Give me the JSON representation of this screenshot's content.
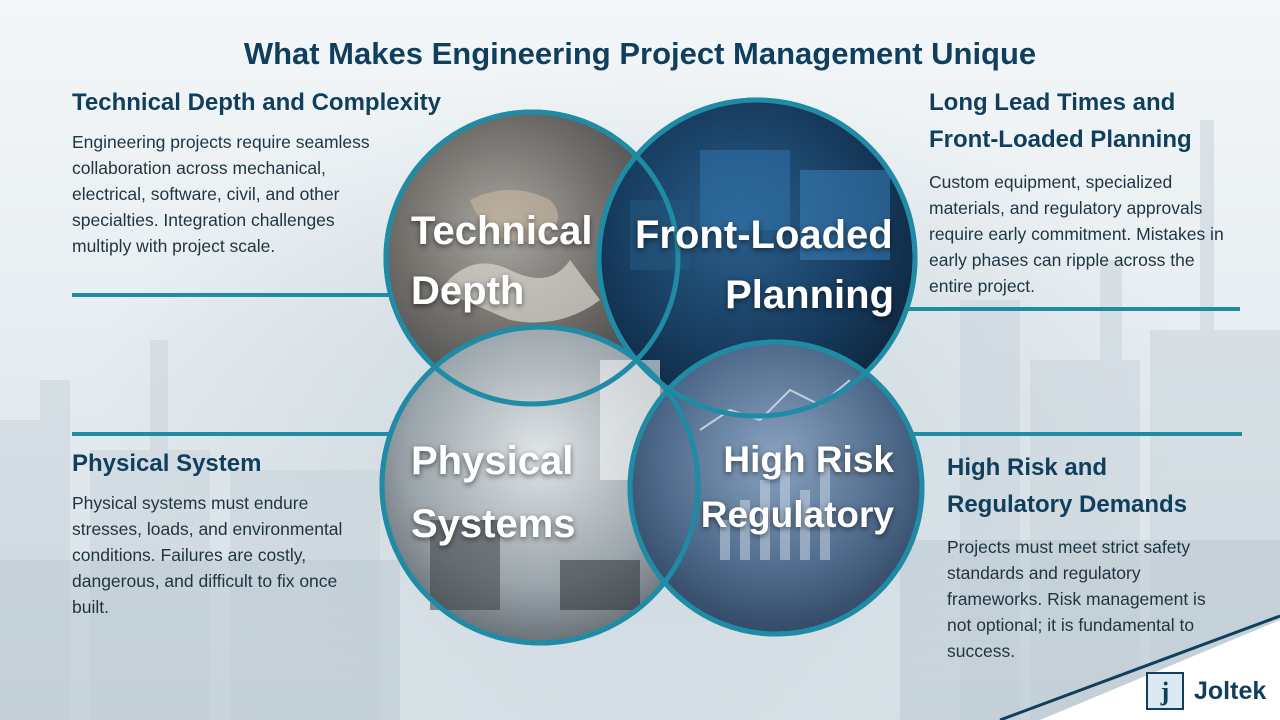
{
  "title": "What Makes Engineering Project Management Unique",
  "sections": {
    "technical": {
      "heading": "Technical Depth and Complexity",
      "body": "Engineering projects require seamless collaboration across mechanical, electrical, software, civil, and other specialties. Integration challenges multiply with project scale."
    },
    "lead_times": {
      "heading_line1": "Long Lead Times and",
      "heading_line2": "Front-Loaded Planning",
      "body": "Custom equipment, specialized materials, and regulatory approvals require early commitment. Mistakes in early phases can ripple across the entire project."
    },
    "physical": {
      "heading": "Physical System",
      "body": "Physical systems must endure stresses, loads, and environmental conditions. Failures are costly, dangerous, and difficult to fix once built."
    },
    "risk": {
      "heading_line1": "High Risk and",
      "heading_line2": "Regulatory Demands",
      "body": "Projects must meet strict safety standards and regulatory frameworks. Risk management is not optional; it is fundamental to success."
    }
  },
  "circles": {
    "technical": {
      "line1": "Technical",
      "line2": "Depth"
    },
    "front_loaded": {
      "line1": "Front-Loaded",
      "line2": "Planning"
    },
    "physical": {
      "line1": "Physical",
      "line2": "Systems"
    },
    "risk": {
      "line1": "High Risk",
      "line2": "Regulatory"
    }
  },
  "brand": {
    "name": "Joltek",
    "logo_letter": "j"
  },
  "colors": {
    "title": "#0f3f5c",
    "accent": "#1f8ba4",
    "circle_border": "#1f8ba4"
  }
}
